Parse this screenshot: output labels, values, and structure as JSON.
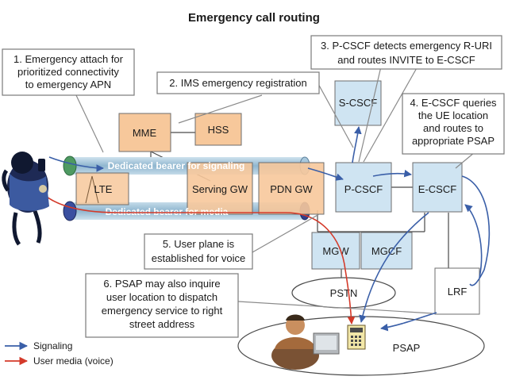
{
  "title": "Emergency call routing",
  "notes": {
    "n1": [
      "1. Emergency attach for",
      "prioritized connectivity",
      "to emergency APN"
    ],
    "n2": [
      "2. IMS emergency registration"
    ],
    "n3": [
      "3. P-CSCF detects emergency R-URI",
      "and routes INVITE to E-CSCF"
    ],
    "n4": [
      "4. E-CSCF queries",
      "the UE location",
      "and routes to",
      "appropriate PSAP"
    ],
    "n5": [
      "5. User plane is",
      "established for voice"
    ],
    "n6": [
      "6. PSAP may also inquire",
      "user location to dispatch",
      "emergency service to right",
      "street address"
    ]
  },
  "nodes": {
    "mme": "MME",
    "hss": "HSS",
    "scscf": "S-CSCF",
    "lte": "LTE",
    "serving_gw": "Serving GW",
    "pdn_gw": "PDN GW",
    "pcscf": "P-CSCF",
    "ecscf": "E-CSCF",
    "mgw": "MGW",
    "mgcf": "MGCF",
    "pstn": "PSTN",
    "lrf": "LRF",
    "psap": "PSAP"
  },
  "bearers": {
    "signaling": "Dedicated bearer for signaling",
    "media": "Dedicated bearer for media"
  },
  "legend": {
    "signaling": "Signaling",
    "media": "User media (voice)"
  },
  "colors": {
    "signaling": "#3a5fa8",
    "media": "#d43a2a",
    "signaling_bearer": "#4e9a62",
    "media_bearer": "#2f3f8c",
    "orange_box": "#f7c89b",
    "blue_box": "#cfe4f2"
  }
}
